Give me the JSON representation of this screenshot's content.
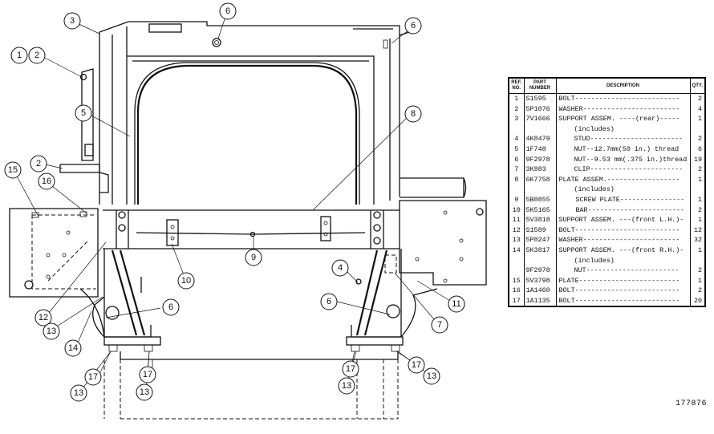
{
  "table": {
    "headers": {
      "ref": "REF.\nNO.",
      "part": "PART\nNUMBER",
      "desc": "DESCRIPTION",
      "qty": "QTY."
    },
    "rows": [
      {
        "ref": "1",
        "part": "S1595",
        "desc": "BOLT--------------------------",
        "qty": "2",
        "indent": 0
      },
      {
        "ref": "2",
        "part": "5P1076",
        "desc": "WASHER------------------------",
        "qty": "4",
        "indent": 0
      },
      {
        "ref": "3",
        "part": "7V1666",
        "desc": "SUPPORT ASSEM. ----(rear)-----",
        "qty": "1",
        "indent": 0
      },
      {
        "ref": "",
        "part": "",
        "desc": "(includes)",
        "qty": "",
        "indent": 1
      },
      {
        "ref": "4",
        "part": "4K8479",
        "desc": "STUD-----------------------",
        "qty": "2",
        "indent": 1
      },
      {
        "ref": "5",
        "part": "1F748",
        "desc": "NUT--12.7mm(50 in.) thread",
        "qty": "6",
        "indent": 1
      },
      {
        "ref": "6",
        "part": "9F2978",
        "desc": "NUT--9.53 mm(.375 in.)thread",
        "qty": "19",
        "indent": 1
      },
      {
        "ref": "7",
        "part": "3K983",
        "desc": "CLIP-----------------------",
        "qty": "2",
        "indent": 1
      },
      {
        "ref": "8",
        "part": "6K7758",
        "desc": "PLATE ASSEM.------------------",
        "qty": "1",
        "indent": 0
      },
      {
        "ref": "",
        "part": "",
        "desc": "(includes)",
        "qty": "",
        "indent": 1
      },
      {
        "ref": "9",
        "part": "5B8855",
        "desc": "SCREW PLATE----------------",
        "qty": "1",
        "indent": 2
      },
      {
        "ref": "10",
        "part": "5K5165",
        "desc": "BAR------------------------",
        "qty": "2",
        "indent": 2
      },
      {
        "ref": "11",
        "part": "5V3818",
        "desc": "SUPPORT ASSEM. ---(front L.H.)-",
        "qty": "1",
        "indent": 0
      },
      {
        "ref": "12",
        "part": "S1589",
        "desc": "BOLT--------------------------",
        "qty": "12",
        "indent": 0
      },
      {
        "ref": "13",
        "part": "5P8247",
        "desc": "WASHER------------------------",
        "qty": "32",
        "indent": 0
      },
      {
        "ref": "14",
        "part": "5K3817",
        "desc": "SUPPORT ASSEM. ---(front R.H.)-",
        "qty": "1",
        "indent": 0
      },
      {
        "ref": "",
        "part": "",
        "desc": "(includes)",
        "qty": "",
        "indent": 1
      },
      {
        "ref": "",
        "part": "9F2978",
        "desc": "NUT-----------------------",
        "qty": "2",
        "indent": 1
      },
      {
        "ref": "15",
        "part": "5V3798",
        "desc": "PLATE-------------------------",
        "qty": "1",
        "indent": 0
      },
      {
        "ref": "16",
        "part": "1A1460",
        "desc": "BOLT--------------------------",
        "qty": "2",
        "indent": 0
      },
      {
        "ref": "17",
        "part": "1A1135",
        "desc": "BOLT--------------------------",
        "qty": "20",
        "indent": 0
      }
    ]
  },
  "figure_id": "177876",
  "callouts": [
    "6",
    "6",
    "3",
    "1",
    "2",
    "5",
    "8",
    "15",
    "2",
    "16",
    "9",
    "10",
    "4",
    "6",
    "6",
    "11",
    "7",
    "12",
    "13",
    "14",
    "17",
    "17",
    "13",
    "13",
    "17",
    "17",
    "13"
  ]
}
